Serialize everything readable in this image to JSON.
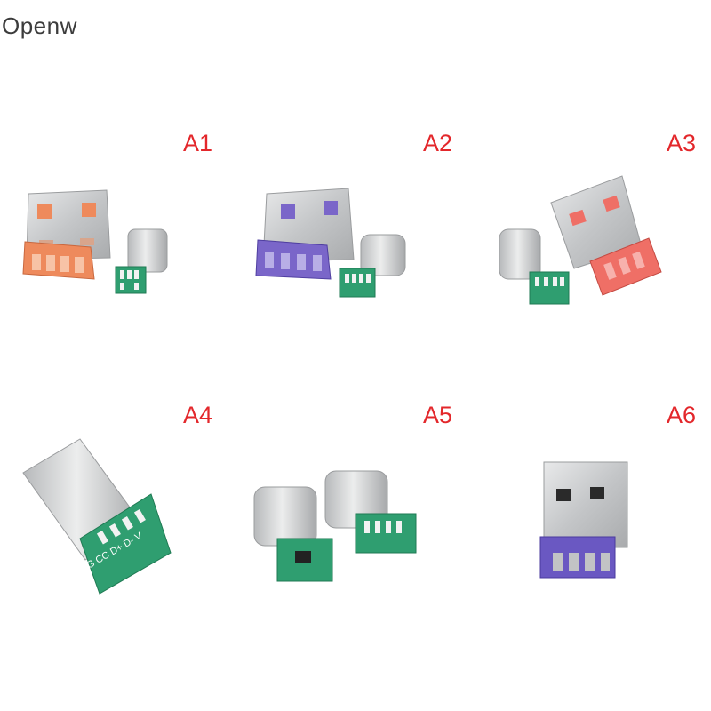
{
  "brand": "Openw",
  "variants": [
    {
      "label": "A1",
      "housing_color": "#ee8a5c",
      "items": [
        "usb-a-plug",
        "usb-c-plug-board"
      ]
    },
    {
      "label": "A2",
      "housing_color": "#7a66c9",
      "items": [
        "usb-a-plug",
        "usb-c-plug-board"
      ]
    },
    {
      "label": "A3",
      "housing_color": "#ef6f66",
      "items": [
        "usb-c-plug-board",
        "usb-a-plug"
      ]
    },
    {
      "label": "A4",
      "items": [
        "usb-c-plug-board-large"
      ]
    },
    {
      "label": "A5",
      "items": [
        "usb-c-plug-board",
        "usb-c-plug-board"
      ]
    },
    {
      "label": "A6",
      "housing_color": "#6a58c2",
      "items": [
        "usb-a-plug"
      ]
    }
  ],
  "board_markings": "G CC D+ D- V",
  "colors": {
    "label": "#e3272b",
    "brand": "#3c3c3c",
    "pcb": "#2f9e70",
    "metal": "#c9cbcd"
  }
}
